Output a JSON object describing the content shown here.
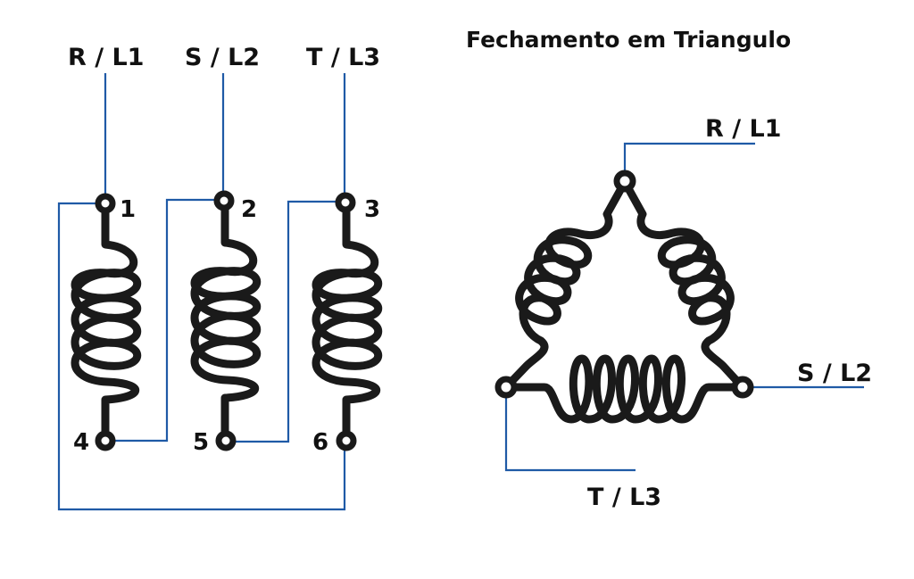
{
  "title": "Fechamento em Triangulo",
  "left": {
    "lines": [
      "R / L1",
      "S / L2",
      "T / L3"
    ],
    "top_terminals": [
      "1",
      "2",
      "3"
    ],
    "bottom_terminals": [
      "4",
      "5",
      "6"
    ]
  },
  "triangle": {
    "lines": {
      "top": "R / L1",
      "right": "S / L2",
      "bottom": "T / L3"
    }
  },
  "colors": {
    "wire": "#1f5aa6",
    "coil": "#1a1a1a",
    "text": "#111111",
    "background": "#ffffff"
  }
}
